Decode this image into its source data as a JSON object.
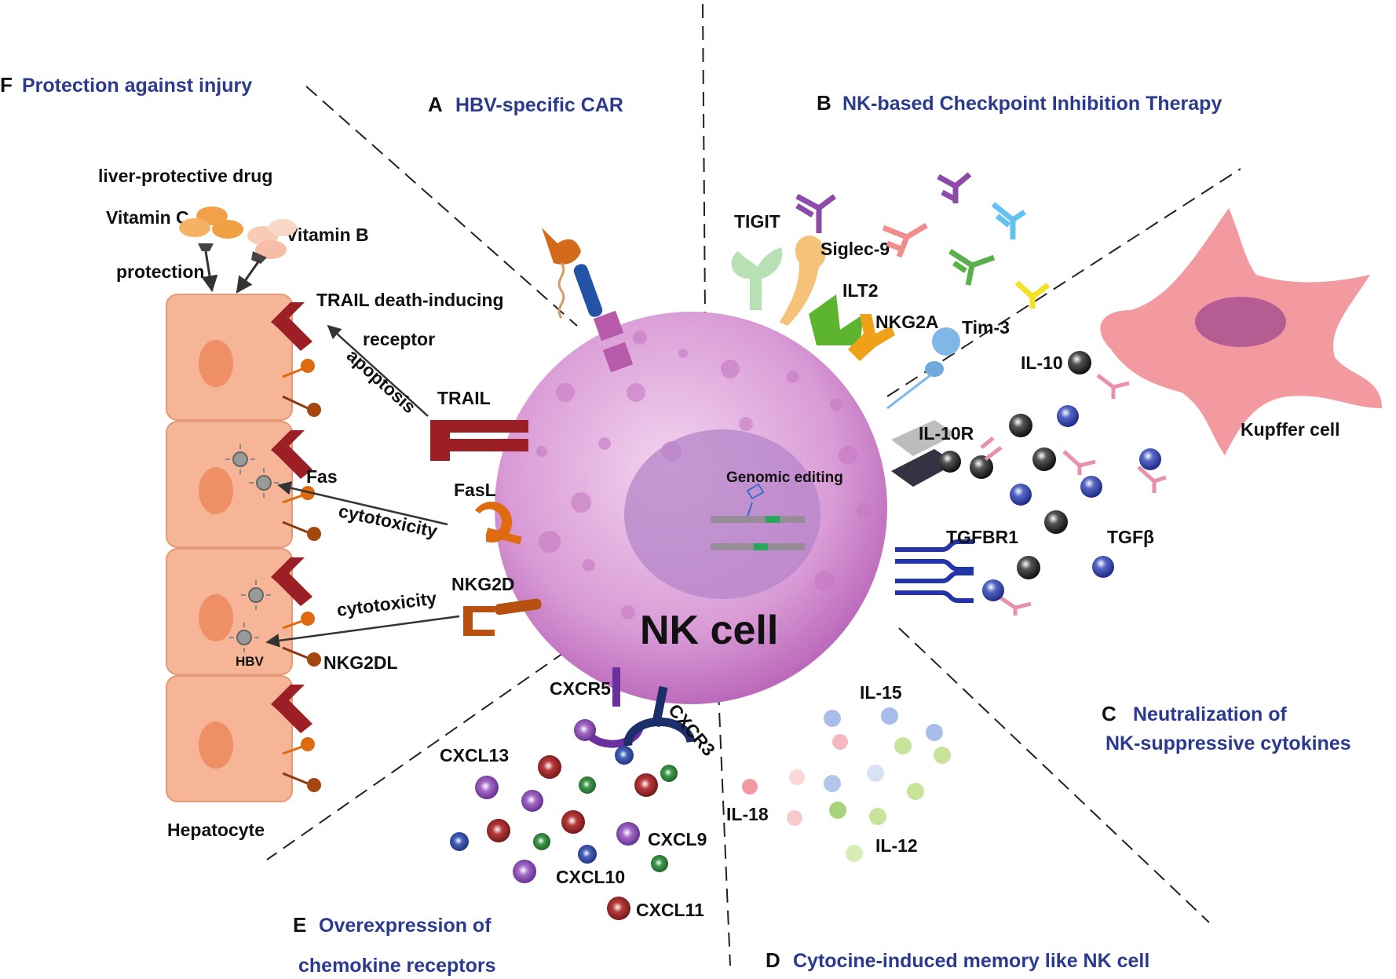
{
  "sections": {
    "a": {
      "letter": "A",
      "title": "HBV-specific CAR"
    },
    "b": {
      "letter": "B",
      "title": "NK-based Checkpoint Inhibition Therapy"
    },
    "c": {
      "letter": "C",
      "title_line1": "Neutralization of",
      "title_line2": "NK-suppressive cytokines"
    },
    "d": {
      "letter": "D",
      "title": "Cytocine-induced memory like NK cell"
    },
    "e": {
      "letter": "E",
      "title_line1": "Overexpression of",
      "title_line2": "chemokine receptors"
    },
    "f": {
      "letter": "F",
      "title": "Protection against injury"
    }
  },
  "nk_cell": {
    "label": "NK  cell",
    "nucleus_label": "Genomic editing"
  },
  "protection": {
    "drug_title": "liver-protective drug",
    "vitamin_c": "Vitamin C",
    "vitamin_b": "Vitamin B",
    "protection": "protection"
  },
  "hepatocyte": {
    "label": "Hepatocyte",
    "hbv": "HBV",
    "trail_receptor_line1": "TRAIL death-inducing",
    "trail_receptor_line2": "receptor",
    "fas": "Fas",
    "nkg2dl": "NKG2DL"
  },
  "effectors": {
    "trail": "TRAIL",
    "fasl": "FasL",
    "nkg2d": "NKG2D",
    "apoptosis": "apoptosis",
    "cytotoxicity_1": "cytotoxicity",
    "cytotoxicity_2": "cytotoxicity"
  },
  "checkpoints": {
    "tigit": "TIGIT",
    "siglec9": "Siglec-9",
    "ilt2": "ILT2",
    "nkg2a": "NKG2A",
    "tim3": "Tim-3"
  },
  "cytokine_suppress": {
    "il10": "IL-10",
    "il10r": "IL-10R",
    "tgfbr1": "TGFBR1",
    "tgfb": "TGFβ",
    "kupffer": "Kupffer cell"
  },
  "memory": {
    "il15": "IL-15",
    "il18": "IL-18",
    "il12": "IL-12"
  },
  "chemokines": {
    "cxcr5": "CXCR5",
    "cxcr3": "CXCR3",
    "cxcl13": "CXCL13",
    "cxcl9": "CXCL9",
    "cxcl10": "CXCL10",
    "cxcl11": "CXCL11"
  },
  "colors": {
    "section_title": "#2b3a8f",
    "nk_cell": "#cf8fd0",
    "hepatocyte": "#f6b597",
    "kupffer": "#f29a9f",
    "trail": "#9b1f25",
    "fasl": "#e06a10",
    "nkg2d": "#b8500f"
  }
}
